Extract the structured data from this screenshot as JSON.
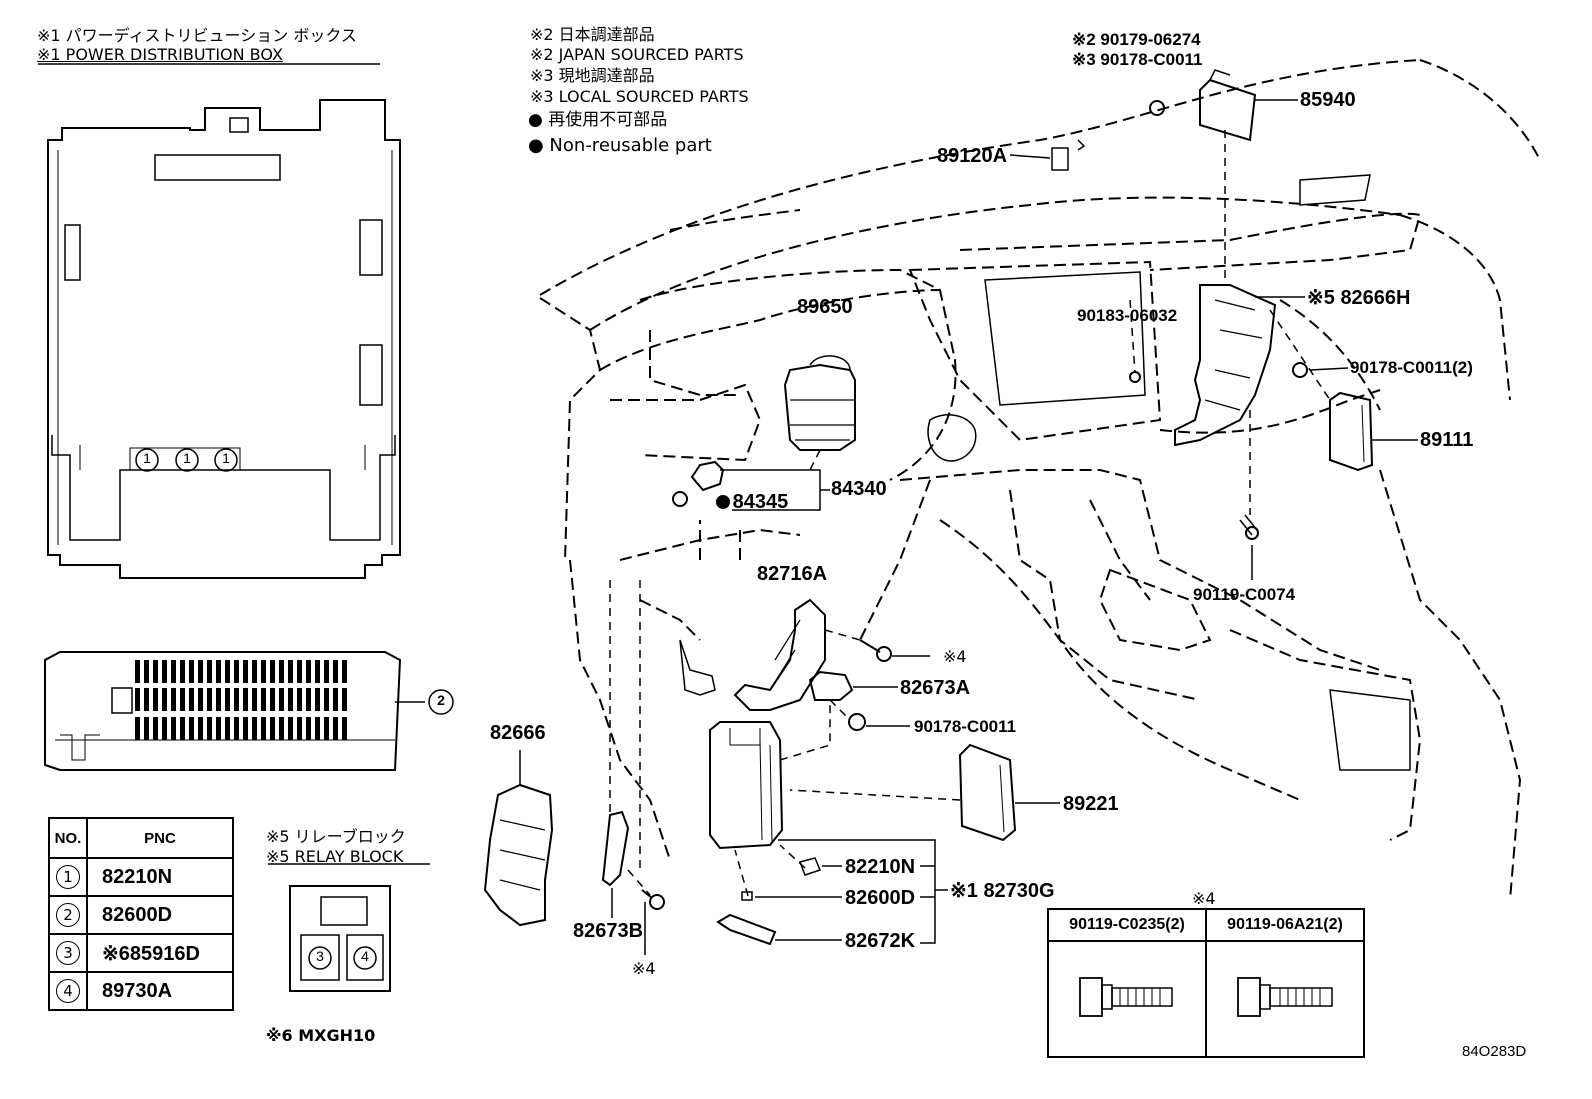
{
  "notes": {
    "power_dist_jp": "※1 パワーディストリビューション ボックス",
    "power_dist_en": "※1 POWER DISTRIBUTION BOX",
    "japan_jp": "※2 日本調達部品",
    "japan_en": "※2 JAPAN SOURCED PARTS",
    "local_jp": "※3 現地調達部品",
    "local_en": "※3 LOCAL SOURCED PARTS",
    "nonreuse_jp": "● 再使用不可部品",
    "nonreuse_en": "● Non-reusable part",
    "relay_jp": "※5 リレーブロック",
    "relay_en": "※5 RELAY BLOCK",
    "model": "※6 MXGH10",
    "diagram_code": "84O283D"
  },
  "pnc_table": {
    "header_no": "NO.",
    "header_pnc": "PNC",
    "rows": [
      {
        "no": "1",
        "pnc": "82210N"
      },
      {
        "no": "2",
        "pnc": "82600D"
      },
      {
        "no": "3",
        "pnc": "※685916D"
      },
      {
        "no": "4",
        "pnc": "89730A"
      }
    ]
  },
  "callout_numbers": {
    "one": "1",
    "two": "2",
    "three": "3",
    "four": "4"
  },
  "bolt_table": {
    "mark": "※4",
    "col1": "90119-C0235(2)",
    "col2": "90119-06A21(2)"
  },
  "parts": {
    "p90179": "※2 90179-06274",
    "p90178a": "※3 90178-C0011",
    "p85940": "85940",
    "p89120A": "89120A",
    "p89650": "89650",
    "p90183": "90183-06032",
    "p82666H": "※5 82666H",
    "p90178b": "90178-C0011(2)",
    "p89111": "89111",
    "p84340": "84340",
    "p84345": "● 84345",
    "p90119_c0074": "90119-C0074",
    "p82716A": "82716A",
    "mark4a": "※4",
    "p82673A": "82673A",
    "p90178c": "90178-C0011",
    "p82666": "82666",
    "p89221": "89221",
    "p82210N": "82210N",
    "p82600D": "82600D",
    "p82730G": "※1 82730G",
    "p82672K": "82672K",
    "p82673B": "82673B",
    "mark4b": "※4"
  }
}
